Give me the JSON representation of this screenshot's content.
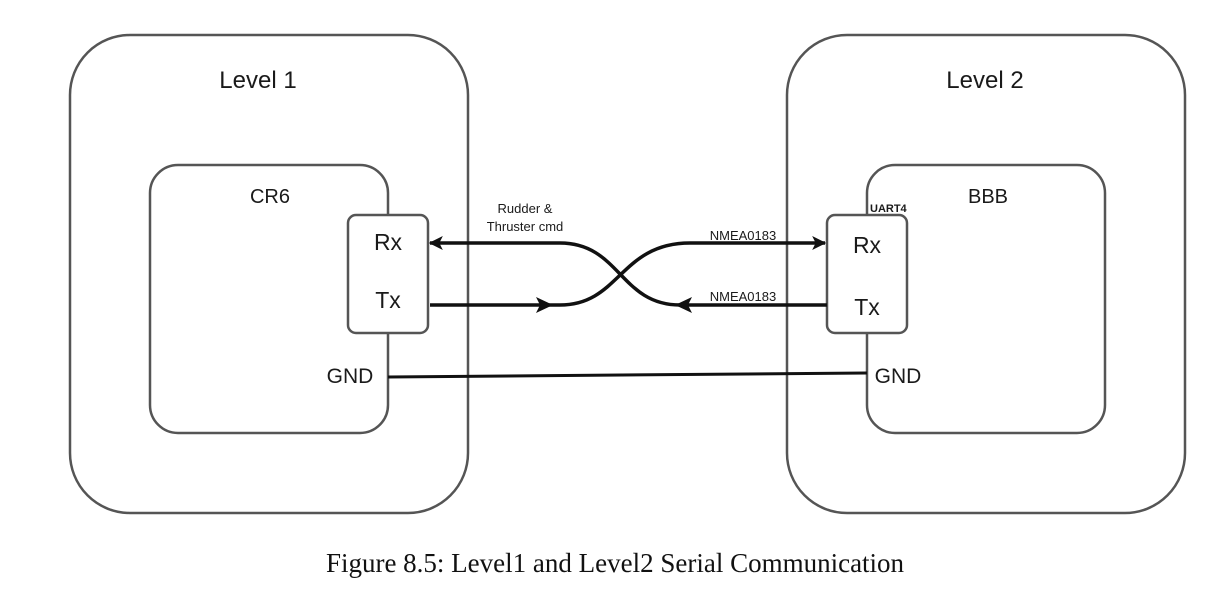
{
  "diagram": {
    "level1": {
      "title": "Level 1",
      "device": "CR6",
      "rx": "Rx",
      "tx": "Tx",
      "gnd": "GND"
    },
    "level2": {
      "title": "Level 2",
      "device": "BBB",
      "port": "UART4",
      "rx": "Rx",
      "tx": "Tx",
      "gnd": "GND"
    },
    "links": {
      "cmd_line1": "Rudder &",
      "cmd_line2": "Thruster cmd",
      "nmea_top": "NMEA0183",
      "nmea_bottom": "NMEA0183"
    },
    "colors": {
      "stroke": "#555555",
      "wire": "#111111"
    }
  },
  "caption": "Figure 8.5: Level1 and Level2 Serial Communication"
}
